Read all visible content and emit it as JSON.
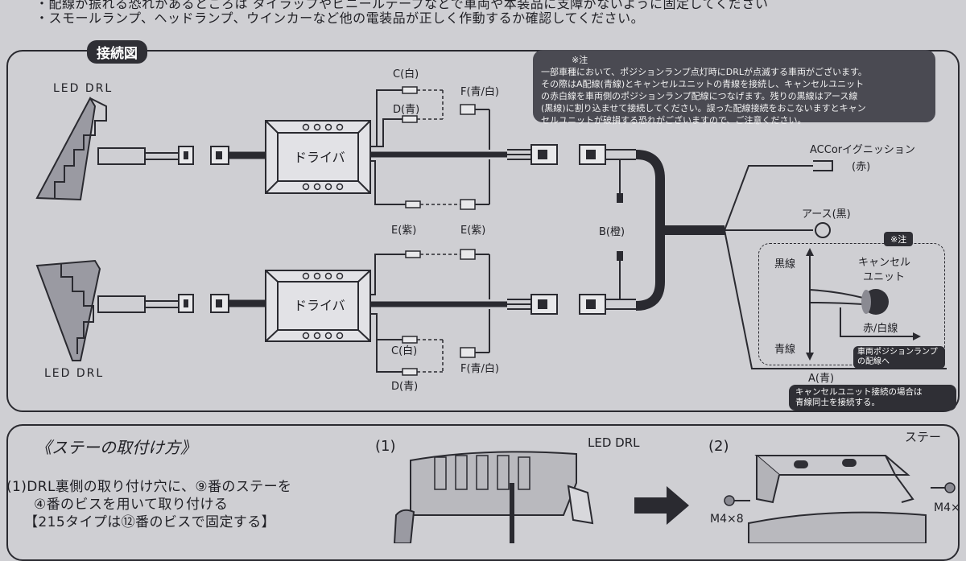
{
  "top_text": {
    "line1": "・配線が振れる恐れがあるところは タイラップやビニールテープなどで車両や本装品に支障がないように固定してください",
    "line2": "・スモールランプ、ヘッドランプ、ウインカーなど他の電装品が正しく作動するか確認してください。"
  },
  "wiring": {
    "title": "接続図",
    "led_top": "LED DRL",
    "led_bottom": "LED DRL",
    "driver_top": "ドライバ",
    "driver_bottom": "ドライバ",
    "c_top": "C(白)",
    "d_top": "D(青)",
    "f_top": "F(青/白)",
    "e_left": "E(紫)",
    "e_right": "E(紫)",
    "c_bottom": "C(白)",
    "d_bottom": "D(青)",
    "f_bottom": "F(青/白)",
    "b_label": "B(橙)",
    "acc_label": "ACCorイグニッション",
    "acc_color": "(赤)",
    "earth_label": "アース(黒)",
    "a_label": "A(青)"
  },
  "note": {
    "title": "※注",
    "lines": [
      "一部車種において、ポジションランプ点灯時にDRLが点滅する車両がございます。",
      "その際はA配線(青線)とキャンセルユニットの青線を接続し、キャンセルユニット",
      "の赤白線を車両側のポジションランプ配線につなげます。残りの黒線はアース線",
      "(黒線)に割り込ませて接続してください。誤った配線接続をおこないますとキャン",
      "セルユニットが破損する恐れがございますので、ご注意ください。"
    ]
  },
  "cancel": {
    "tag": "※注",
    "black": "黒線",
    "unit_line1": "キャンセル",
    "unit_line2": "ユニット",
    "redwhite": "赤/白線",
    "blue": "青線",
    "veh_line1": "車両ポジションランプ",
    "veh_line2": "の配線へ",
    "a_note_line1": "キャンセルユニット接続の場合は",
    "a_note_line2": "青線同士を接続する。"
  },
  "mount": {
    "title": "《ステーの取付け方》",
    "step1_line1": "(1)DRL裏側の取り付け穴に、⑨番のステーを",
    "step1_line2": "④番のビスを用いて取り付ける",
    "step1_line3": "【215タイプは⑫番のビスで固定する】",
    "fig1": "(1)",
    "fig1_label": "LED DRL",
    "fig2": "(2)",
    "stay_label": "ステー",
    "m4_left": "M4×8",
    "m4_right": "M4×"
  }
}
